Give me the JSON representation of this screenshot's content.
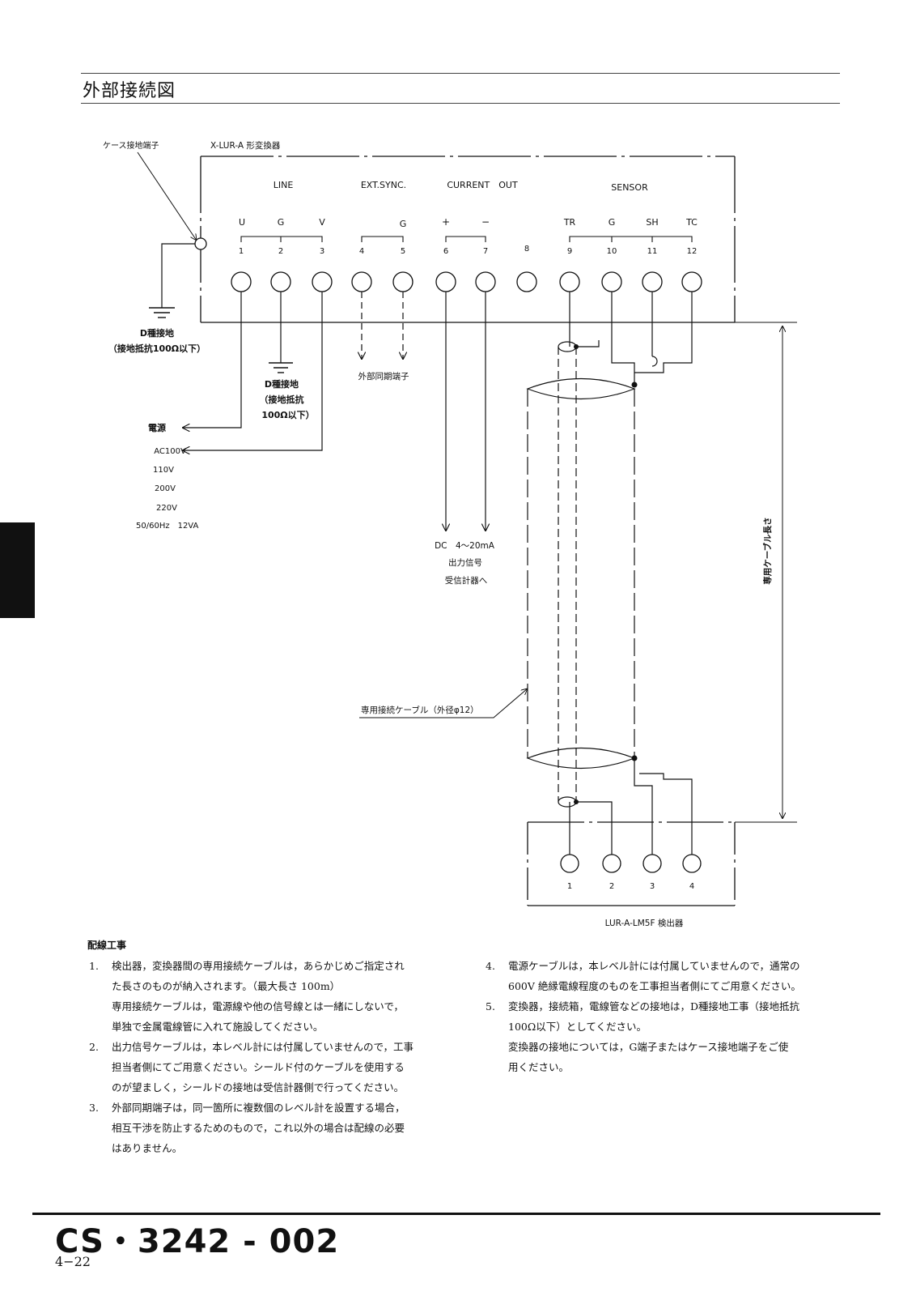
{
  "page_title": "外部接続図",
  "diagram": {
    "case_ground_label": "ケース接地端子",
    "converter_label": "X-LUR-A 形変換器",
    "groups": {
      "line": "LINE",
      "ext_sync": "EXT.SYNC.",
      "current_out": "CURRENT　OUT",
      "sensor": "SENSOR"
    },
    "terminal_letters": [
      "U",
      "G",
      "V",
      "G",
      "+",
      "−",
      "TR",
      "G",
      "SH",
      "TC"
    ],
    "terminal_numbers": [
      "1",
      "2",
      "3",
      "4",
      "5",
      "6",
      "7",
      "8",
      "9",
      "10",
      "11",
      "12"
    ],
    "ground1_title": "D種接地",
    "ground1_note": "（接地抵抗100Ω以下）",
    "ground2_lines": [
      "D種接地",
      "（接地抵抗",
      "100Ω以下）"
    ],
    "ext_sync_terminal": "外部同期端子",
    "power_label": "電源",
    "power_specs": [
      "AC100V",
      "110V",
      "200V",
      "220V",
      "50/60Hz　12VA"
    ],
    "output_lines": [
      "DC　4～20mA",
      "出力信号",
      "受信計器へ"
    ],
    "cable_length_label": "専用ケーブル長さ",
    "cable_label": "専用接続ケーブル（外径φ12）",
    "detector_numbers": [
      "1",
      "2",
      "3",
      "4"
    ],
    "detector_label": "LUR-A-LM5F 検出器"
  },
  "notes_heading": "配線工事",
  "notes_left": [
    {
      "num": "1.",
      "text": "検出器，変換器間の専用接続ケーブルは，あらかじめご指定され\nた長さのものが納入されます。（最大長さ 100m）\n専用接続ケーブルは，電源線や他の信号線とは一緒にしないで，\n単独で金属電線管に入れて施設してください。"
    },
    {
      "num": "2.",
      "text": "出力信号ケーブルは，本レベル計には付属していませんので，工事\n担当者側にてご用意ください。シールド付のケーブルを使用する\nのが望ましく，シールドの接地は受信計器側で行ってください。"
    },
    {
      "num": "3.",
      "text": "外部同期端子は，同一箇所に複数個のレベル計を設置する場合，\n相互干渉を防止するためのもので，これ以外の場合は配線の必要\nはありません。"
    }
  ],
  "notes_right": [
    {
      "num": "4.",
      "text": "電源ケーブルは，本レベル計には付属していませんので，通常の\n600V 絶縁電線程度のものを工事担当者側にてご用意ください。"
    },
    {
      "num": "5.",
      "text": "変換器，接続箱，電線管などの接地は，D種接地工事（接地抵抗\n100Ω以下）としてください。\n変換器の接地については，G端子またはケース接地端子をご使\n用ください。"
    }
  ],
  "footer_code": "CS・3242 - 002",
  "footer_page": "4−22"
}
